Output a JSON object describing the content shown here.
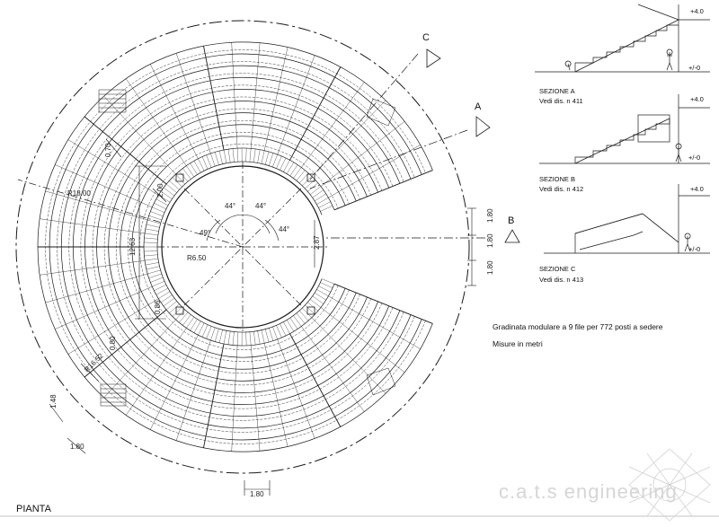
{
  "drawing": {
    "plan_title": "PIANTA",
    "note_line1": "Gradinata modulare a 9 file per 772 posti a sedere",
    "note_line2": "Misure in metri",
    "logo_text": "c.a.t.s engineering"
  },
  "sections": [
    {
      "title": "SEZIONE A",
      "ref": "Vedi dis. n 411",
      "level_top": "+4.0",
      "level_base": "+/-0"
    },
    {
      "title": "SEZIONE B",
      "ref": "Vedi dis. n 412",
      "level_top": "+4.0",
      "level_base": "+/-0"
    },
    {
      "title": "SEZIONE C",
      "ref": "Vedi dis. n 413",
      "level_top": "+4.0",
      "level_base": "+/-0"
    }
  ],
  "section_markers": {
    "a": "A",
    "b": "B",
    "c": "C"
  },
  "dimensions": {
    "outer_radius": "R18.00",
    "inner_radius": "R6.50",
    "mid_radius": "R16.52",
    "span": "12.63",
    "d_070": "0.70",
    "d_200": "2.00",
    "d_086": "0.86",
    "d_080": "0.80",
    "d_148": "1.48",
    "d_180_a": "1.80",
    "d_180_b": "1.80",
    "d_180_c": "1.80",
    "d_180_d": "1.80",
    "d_180_e": "1.80",
    "d_287": "2.87"
  },
  "angles": {
    "a1": "44°",
    "a2": "44°",
    "a3": "44°",
    "a4": "49°"
  },
  "colors": {
    "line": "#1a1a1a",
    "logo": "#d6d6d6"
  },
  "plan": {
    "rows": 9,
    "gap_start_deg": -22,
    "gap_end_deg": 22
  }
}
